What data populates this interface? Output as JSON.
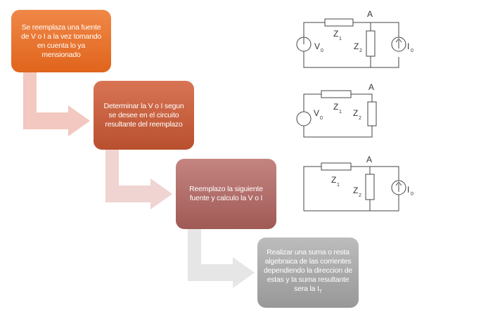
{
  "steps": [
    {
      "text": "Se reemplaza una fuente de V o I a la vez tomando en cuenta lo ya mensionado"
    },
    {
      "text": "Determinar la V o I segun se desee en el circuito resultante del reemplazo"
    },
    {
      "text": "Reemplazo la siguiente fuente y calculo la V o I"
    },
    {
      "text": "Realizar una suma o resta algebraica de las corrientes dependiendo la direccion de estas y la suma resultante sera la I",
      "subscript": "T"
    }
  ],
  "circuits": [
    {
      "node": "A",
      "source_v": "V",
      "source_v_sub": "0",
      "z1": "Z",
      "z1_sub": "1",
      "z2": "Z",
      "z2_sub": "2",
      "source_i": "I",
      "source_i_sub": "0"
    },
    {
      "node": "A",
      "source_v": "V",
      "source_v_sub": "0",
      "z1": "Z",
      "z1_sub": "1",
      "z2": "Z",
      "z2_sub": "2"
    },
    {
      "node": "A",
      "z1": "Z",
      "z1_sub": "1",
      "z2": "Z",
      "z2_sub": "2",
      "source_i": "I",
      "source_i_sub": "0"
    }
  ],
  "colors": {
    "step1": "#e87030",
    "step2": "#c86040",
    "step3": "#b07070",
    "step4": "#aaaaaa",
    "arrow1": "#f2c8c0",
    "arrow2": "#efd4d2",
    "arrow3": "#e6e6e6"
  }
}
